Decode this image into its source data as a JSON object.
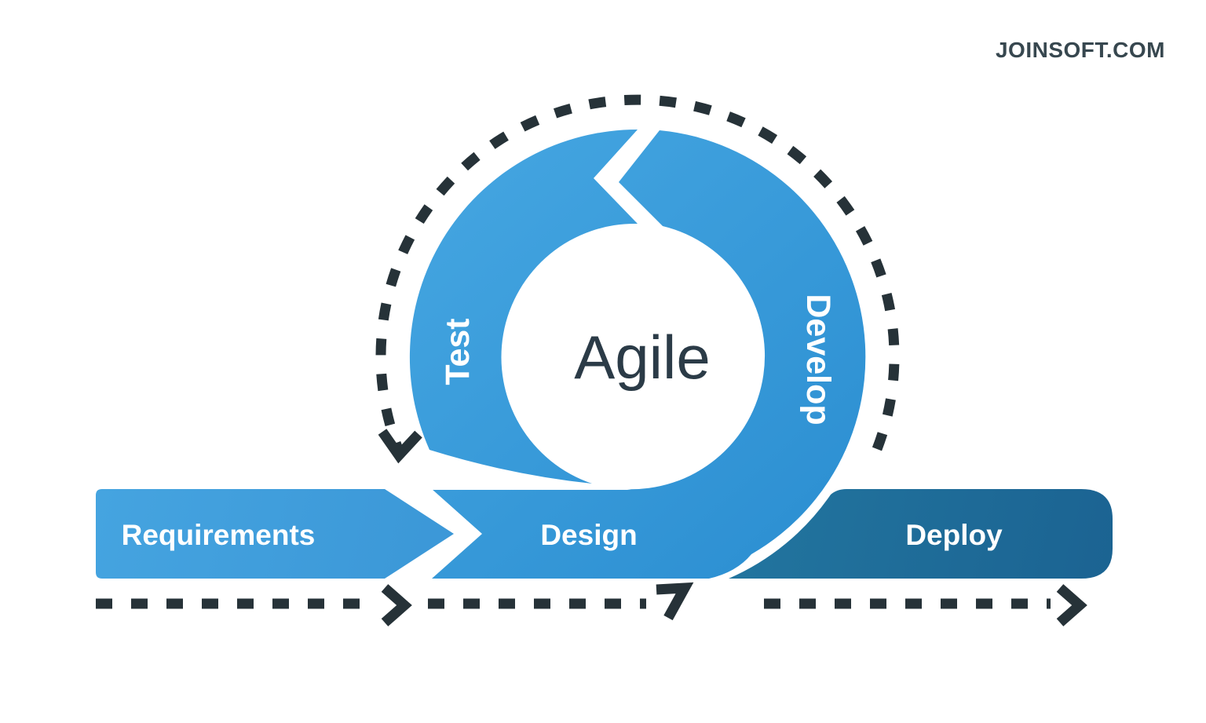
{
  "brand": "JOINSOFT.COM",
  "diagram": {
    "title": "Agile",
    "loop": {
      "left_label": "Test",
      "right_label": "Develop"
    },
    "bars": [
      {
        "label": "Requirements"
      },
      {
        "label": "Design"
      },
      {
        "label": "Deploy"
      }
    ],
    "colors": {
      "ribbon_blue_light": "#44a4e0",
      "ribbon_blue_deep": "#2b8ed1",
      "requirements_blue": "#419fdd",
      "deploy_teal": "#21739f",
      "deploy_teal_deep": "#1b6392",
      "ink_dark": "#263238",
      "title_ink": "#2b3b47",
      "label_white": "#ffffff",
      "background": "#ffffff"
    }
  }
}
